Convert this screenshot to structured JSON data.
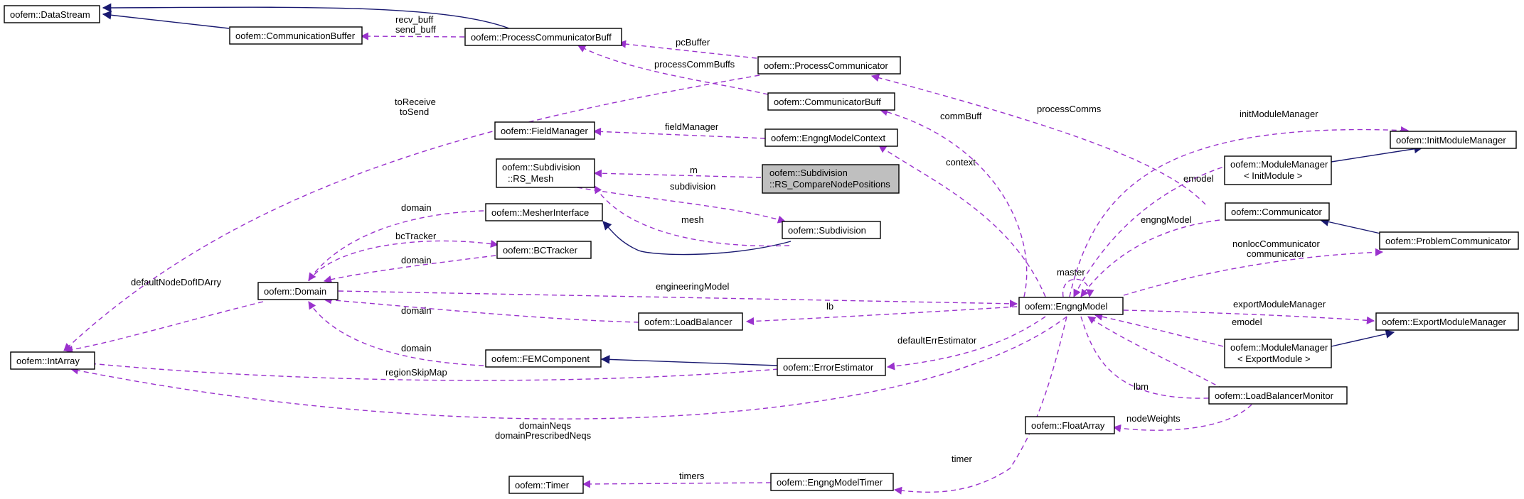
{
  "colors": {
    "usage_edge": "#9a32cd",
    "inheritance_edge": "#191970",
    "highlight_node": "#bfbfbf"
  },
  "nodes": {
    "datastream": "oofem::DataStream",
    "communicationbuffer": "oofem::CommunicationBuffer",
    "processcommunicatorbuff": "oofem::ProcessCommunicatorBuff",
    "processcommunicator": "oofem::ProcessCommunicator",
    "communicatorbuff": "oofem::CommunicatorBuff",
    "fieldmanager": "oofem::FieldManager",
    "engngmodelcontext": "oofem::EngngModelContext",
    "rs_mesh": [
      "oofem::Subdivision",
      "::RS_Mesh"
    ],
    "rs_comparenodepositions": [
      "oofem::Subdivision",
      "::RS_CompareNodePositions"
    ],
    "mesherinterface": "oofem::MesherInterface",
    "subdivision": "oofem::Subdivision",
    "bctracker": "oofem::BCTracker",
    "domain": "oofem::Domain",
    "loadbalancer": "oofem::LoadBalancer",
    "femcomponent": "oofem::FEMComponent",
    "errorestimator": "oofem::ErrorEstimator",
    "intarray": "oofem::IntArray",
    "engngmodel": "oofem::EngngModel",
    "initmodulemanager": "oofem::InitModuleManager",
    "modulemanager_init": [
      "oofem::ModuleManager",
      "< InitModule >"
    ],
    "communicator": "oofem::Communicator",
    "problemcommunicator": "oofem::ProblemCommunicator",
    "exportmodulemanager": "oofem::ExportModuleManager",
    "modulemanager_export": [
      "oofem::ModuleManager",
      "< ExportModule >"
    ],
    "loadbalancermonitor": "oofem::LoadBalancerMonitor",
    "floatarray": "oofem::FloatArray",
    "timer": "oofem::Timer",
    "engngmodeltimer": "oofem::EngngModelTimer"
  },
  "edge_labels": {
    "recv_buff": "recv_buff",
    "send_buff": "send_buff",
    "pcbuffer": "pcBuffer",
    "processcommbuffs": "processCommBuffs",
    "toreceive": "toReceive",
    "tosend": "toSend",
    "processcomms": "processComms",
    "commbuff": "commBuff",
    "initmodulemanager": "initModuleManager",
    "fieldmanager": "fieldManager",
    "context": "context",
    "m": "m",
    "subdivision": "subdivision",
    "emodel_init": "emodel",
    "domain_mesher": "domain",
    "mesh": "mesh",
    "engngmodel": "engngModel",
    "bctracker": "bcTracker",
    "domain_bc": "domain",
    "master": "master",
    "nonloc": "nonlocCommunicator",
    "communicator": "communicator",
    "defaultnodedofidarry": "defaultNodeDofIDArry",
    "engineeringmodel": "engineeringModel",
    "exportmodulemanager": "exportModuleManager",
    "domain_lb": "domain",
    "lb": "lb",
    "emodel_export": "emodel",
    "emodel_lbm": "emodel",
    "domain_fem": "domain",
    "defaulterrestimator": "defaultErrEstimator",
    "regionskipmap": "regionSkipMap",
    "lbm": "lbm",
    "nodeweights": "nodeWeights",
    "domainneqs": "domainNeqs",
    "domainprescribedneqs": "domainPrescribedNeqs",
    "timer": "timer",
    "timers": "timers"
  }
}
